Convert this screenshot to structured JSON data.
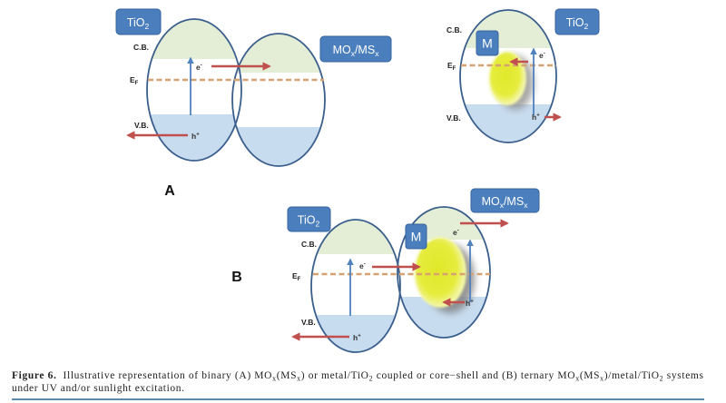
{
  "figure": {
    "panel_a": {
      "label": "A",
      "tio2_box": {
        "base": "TiO",
        "sub": "2"
      },
      "mox_box": {
        "base1": "MO",
        "sub1": "x",
        "base2": "/MS",
        "sub2": "x"
      },
      "cb_label": "C.B.",
      "ef_label": {
        "base": "E",
        "sub": "F"
      },
      "vb_label": "V.B.",
      "electron": {
        "base": "e",
        "sup": "-"
      },
      "hole": {
        "base": "h",
        "sup": "+"
      }
    },
    "panel_a_core_shell": {
      "tio2_box": {
        "base": "TiO",
        "sub": "2"
      },
      "metal_box": "M",
      "cb_label": "C.B.",
      "ef_label": {
        "base": "E",
        "sub": "F"
      },
      "vb_label": "V.B.",
      "electron": {
        "base": "e",
        "sup": "-"
      },
      "hole": {
        "base": "h",
        "sup": "+"
      }
    },
    "panel_b": {
      "label": "B",
      "tio2_box": {
        "base": "TiO",
        "sub": "2"
      },
      "metal_box": "M",
      "mox_box": {
        "base1": "MO",
        "sub1": "x",
        "base2": "/MS",
        "sub2": "x"
      },
      "cb_label": "C.B.",
      "ef_label": {
        "base": "E",
        "sub": "F"
      },
      "vb_label": "V.B.",
      "tio2_electron": {
        "base": "e",
        "sup": "-"
      },
      "tio2_hole": {
        "base": "h",
        "sup": "+"
      },
      "mox_electron": {
        "base": "e",
        "sup": "-"
      },
      "mox_hole": {
        "base": "h",
        "sup": "+"
      }
    }
  },
  "caption": {
    "figure_label": "Figure 6.",
    "line1": [
      "  Illustrative representation of binary (A) MO",
      "x",
      "(MS",
      "x",
      ") or metal/TiO",
      "2",
      " coupled or core−shell and (B) ternary MO",
      "x",
      "(MS",
      "x",
      ")/metal/TiO",
      "2",
      " systems"
    ],
    "line2": "under UV and/or sunlight excitation."
  },
  "colors": {
    "cb": "#e4eed6",
    "vb": "#c8dcf0",
    "outline": "#3b5f8c",
    "box": "#4a7ebd",
    "blue-arrow": "#4f81bd",
    "red-arrow": "#c0504d",
    "fermi": "#d6a272",
    "metal": "#e6ec3c",
    "rule": "#5a88ad"
  }
}
